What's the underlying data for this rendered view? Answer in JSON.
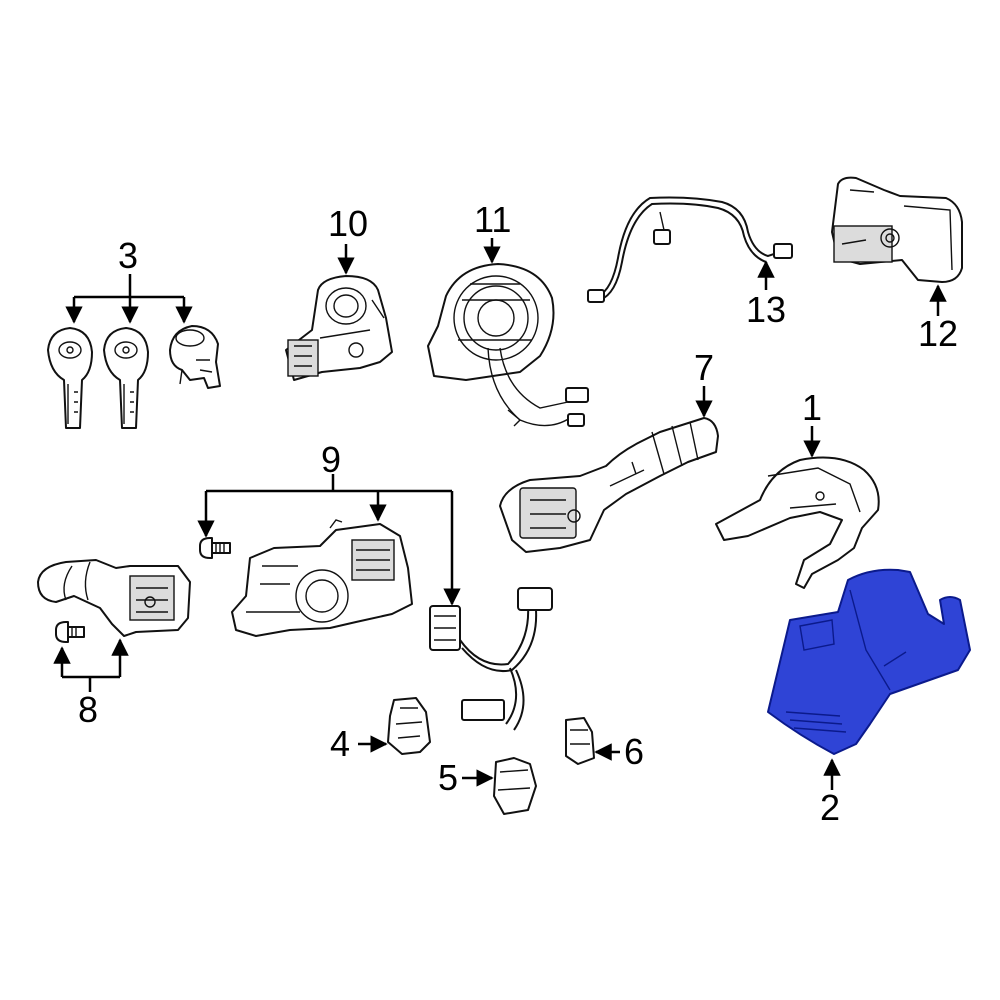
{
  "diagram": {
    "callouts": {
      "p1": "1",
      "p2": "2",
      "p3": "3",
      "p4": "4",
      "p5": "5",
      "p6": "6",
      "p7": "7",
      "p8": "8",
      "p9": "9",
      "p10": "10",
      "p11": "11",
      "p12": "12",
      "p13": "13"
    },
    "highlight_color": "#2f44d6",
    "highlight_stroke": "#0b1a8c"
  }
}
